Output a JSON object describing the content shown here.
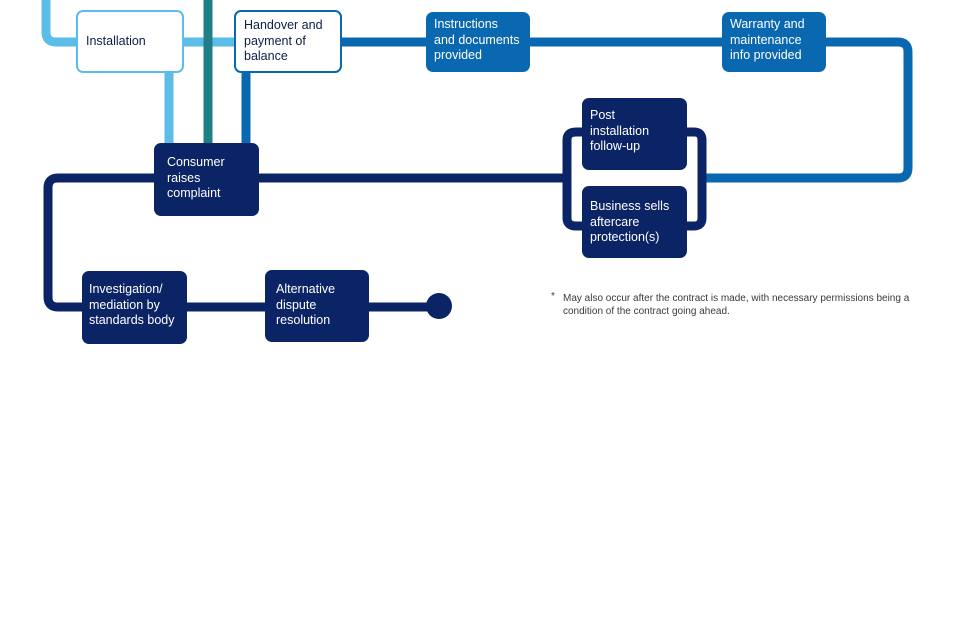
{
  "colors": {
    "light_blue": "#5bbde8",
    "teal": "#1f7f86",
    "mid_blue": "#0a68b0",
    "dark_navy": "#0b2466",
    "end_dot": "#0b2466"
  },
  "nodes": {
    "installation": "Installation",
    "handover": "Handover and\npayment of\nbalance",
    "instructions": "Instructions\nand documents\nprovided",
    "warranty": "Warranty and\nmaintenance\ninfo provided",
    "post_installation": "Post\ninstallation\nfollow-up",
    "business_sells": "Business sells\naftercare\nprotection(s)",
    "consumer_complaint": "Consumer\nraises\ncomplaint",
    "investigation": "Investigation/\nmediation by\nstandards body",
    "adr": "Alternative\ndispute\nresolution"
  },
  "footnote": {
    "marker": "*",
    "text": "May also occur after the contract is made, with necessary permissions being a condition of the contract going ahead."
  }
}
